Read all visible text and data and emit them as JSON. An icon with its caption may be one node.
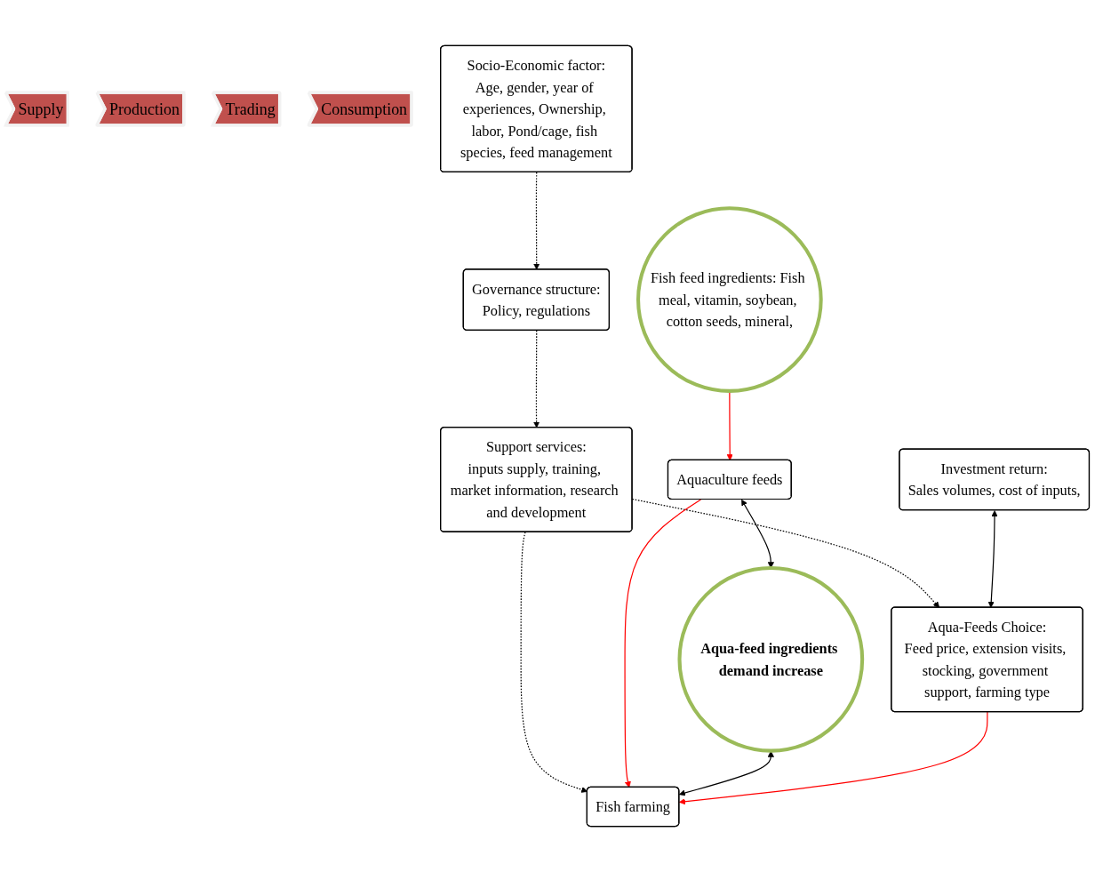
{
  "diagram": {
    "nodes": [
      {
        "text": [
          "Supply"
        ]
      },
      {
        "text": [
          "Production"
        ]
      },
      {
        "text": [
          "Trading"
        ]
      },
      {
        "text": [
          "Consumption"
        ]
      },
      {
        "text": [
          "Socio-Economic factor:",
          "Age, gender, year of experiences, Ownership, labor, Pond/cage, fish species, feed management"
        ]
      },
      {
        "text": [
          "Governance structure:",
          "Policy, regulations"
        ]
      },
      {
        "text": [
          "Support services:",
          "inputs supply, training, market information, research and development"
        ]
      },
      {
        "text": [
          "Fish feed ingredients: Fish meal, vitamin, soybean, cotton seeds, mineral,"
        ]
      },
      {
        "text": [
          "Aquaculture feeds"
        ]
      },
      {
        "text": [
          "Aqua-feed ingredients demand increase"
        ]
      },
      {
        "text": [
          "Fish farming"
        ]
      },
      {
        "text": [
          "Investment return:",
          "Sales volumes, cost of inputs,"
        ]
      },
      {
        "text": [
          "Aqua-Feeds Choice:",
          "Feed price, extension visits, stocking, government support, farming type"
        ]
      }
    ],
    "edges": [
      {
        "from": 4,
        "to": 5,
        "arrow": "to",
        "style": "dashed"
      },
      {
        "from": 5,
        "to": 6,
        "arrow": "to",
        "style": "dashed"
      },
      {
        "from": 6,
        "to": 10,
        "arrow": "to",
        "style": "dashed"
      },
      {
        "from": 6,
        "to": 12,
        "arrow": "to",
        "style": "dashed"
      },
      {
        "from": 7,
        "to": 8,
        "arrow": "to",
        "color": "#ff0000"
      },
      {
        "from": 8,
        "to": 10,
        "arrow": "to",
        "color": "#ff0000"
      },
      {
        "from": 8,
        "to": 9,
        "arrow": "both"
      },
      {
        "from": 9,
        "to": 10,
        "arrow": "both"
      },
      {
        "from": 11,
        "to": 12,
        "arrow": "both"
      },
      {
        "from": 12,
        "to": 10,
        "arrow": "to",
        "color": "#ff0000"
      }
    ]
  }
}
